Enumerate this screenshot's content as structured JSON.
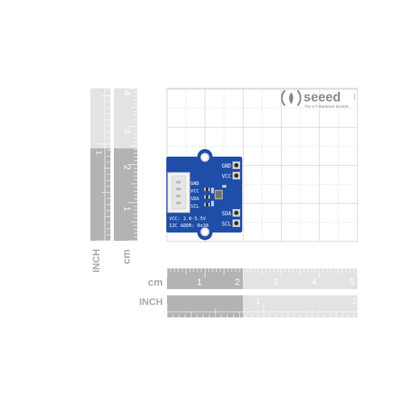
{
  "logo": {
    "brand": "seeed",
    "small": "studio",
    "tagline": "The IoT Hardware Enabler"
  },
  "vertical_ruler": {
    "unit_inch": "INCH",
    "unit_cm": "cm",
    "inch_labels": [
      "1"
    ],
    "cm_labels": [
      "1",
      "2",
      "3",
      "4"
    ]
  },
  "horizontal_ruler": {
    "unit_cm": "cm",
    "unit_inch": "INCH",
    "cm_labels": [
      "1",
      "2",
      "3",
      "4",
      "5"
    ],
    "inch_labels": [
      "1",
      "2"
    ]
  },
  "board": {
    "pins_right": [
      "GND",
      "VCC",
      "SDA",
      "SCL"
    ],
    "pins_connector": [
      "GND",
      "VCC",
      "SDA",
      "SCL"
    ],
    "spec_line1": "VCC: 2.0-5.5V",
    "spec_line2": "I2C ADDR: 0x38"
  },
  "colors": {
    "pcb": "#1f4ea8",
    "ruler_dark": "#b3b3b3",
    "ruler_light": "#e3e3e3",
    "grid": "#d9d9d9",
    "connector": "#f2f2f2",
    "pad": "#c9c9c9"
  }
}
